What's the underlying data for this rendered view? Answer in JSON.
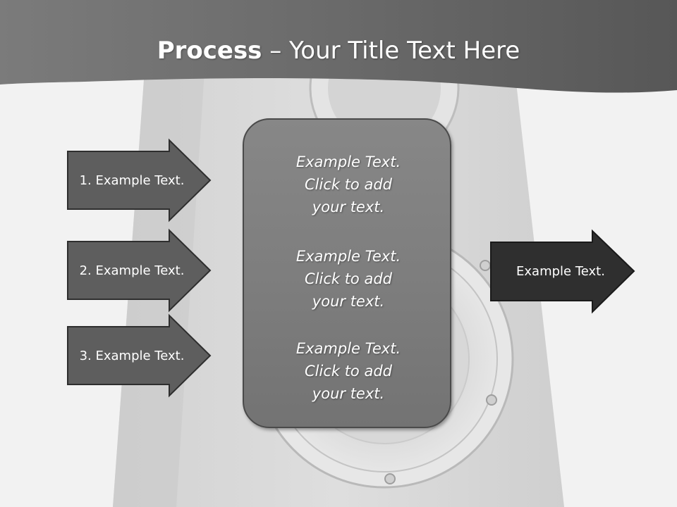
{
  "slide": {
    "title_bold": "Process",
    "title_rest": " – Your Title Text Here"
  },
  "inputs": [
    {
      "label": "1. Example Text."
    },
    {
      "label": "2. Example Text."
    },
    {
      "label": "3. Example Text."
    }
  ],
  "center": {
    "blocks": [
      {
        "line1": "Example Text.",
        "line2": "Click  to add",
        "line3": "your text."
      },
      {
        "line1": "Example Text.",
        "line2": "Click  to add",
        "line3": "your text."
      },
      {
        "line1": "Example Text.",
        "line2": "Click  to add",
        "line3": "your text."
      }
    ]
  },
  "output": {
    "label": "Example Text."
  },
  "colors": {
    "header": "#6c6c6c",
    "input_arrow": "#5e5e5e",
    "output_arrow": "#2f2f2f",
    "panel": "#7f7f7f"
  }
}
